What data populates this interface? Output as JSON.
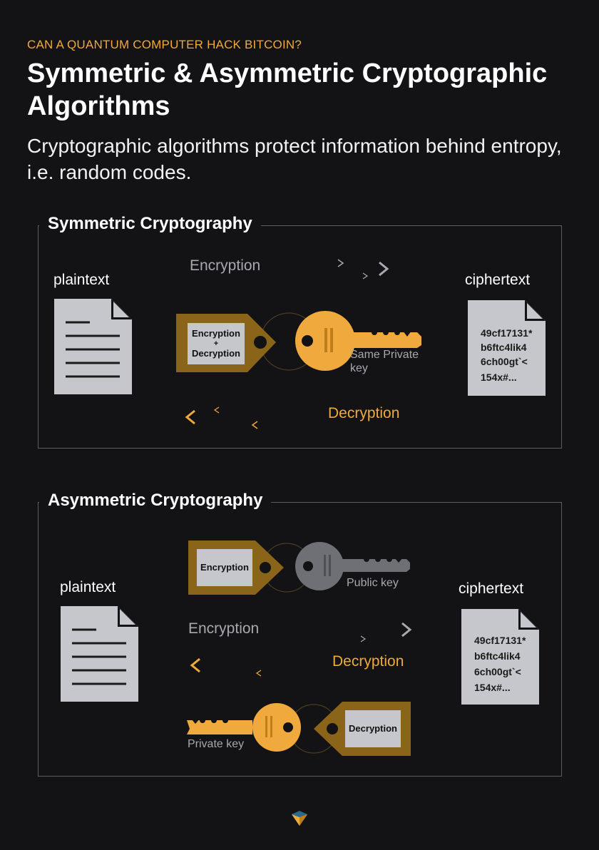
{
  "header": {
    "kicker": "CAN A QUANTUM COMPUTER HACK BITCOIN?",
    "title": "Symmetric & Asymmetric Cryptographic Algorithms",
    "subtitle": "Cryptographic algorithms protect information behind entropy, i.e. random codes."
  },
  "symmetric": {
    "heading": "Symmetric Cryptography",
    "plaintext_label": "plaintext",
    "ciphertext_label": "ciphertext",
    "ciphertext_lines": [
      "49cf17131*",
      "b6ftc4lik4",
      "6ch00gt`<",
      "154x#..."
    ],
    "encryption_label": "Encryption",
    "decryption_label": "Decryption",
    "tag_line1": "Encryption",
    "tag_line2": "+",
    "tag_line3": "Decryption",
    "key_label_line1": "Same Private",
    "key_label_line2": "key"
  },
  "asymmetric": {
    "heading": "Asymmetric Cryptography",
    "plaintext_label": "plaintext",
    "ciphertext_label": "ciphertext",
    "ciphertext_lines": [
      "49cf17131*",
      "b6ftc4lik4",
      "6ch00gt`<",
      "154x#..."
    ],
    "encryption_label": "Encryption",
    "decryption_label": "Decryption",
    "public_tag": "Encryption",
    "public_key_label": "Public key",
    "private_tag": "Decryption",
    "private_key_label": "Private key"
  },
  "colors": {
    "accent": "#f0a93c",
    "tag_brown": "#8a6418",
    "gray_key": "#6f7076",
    "document": "#c6c7cc"
  },
  "icons": {
    "footer_logo": "diamond-logo-icon"
  }
}
